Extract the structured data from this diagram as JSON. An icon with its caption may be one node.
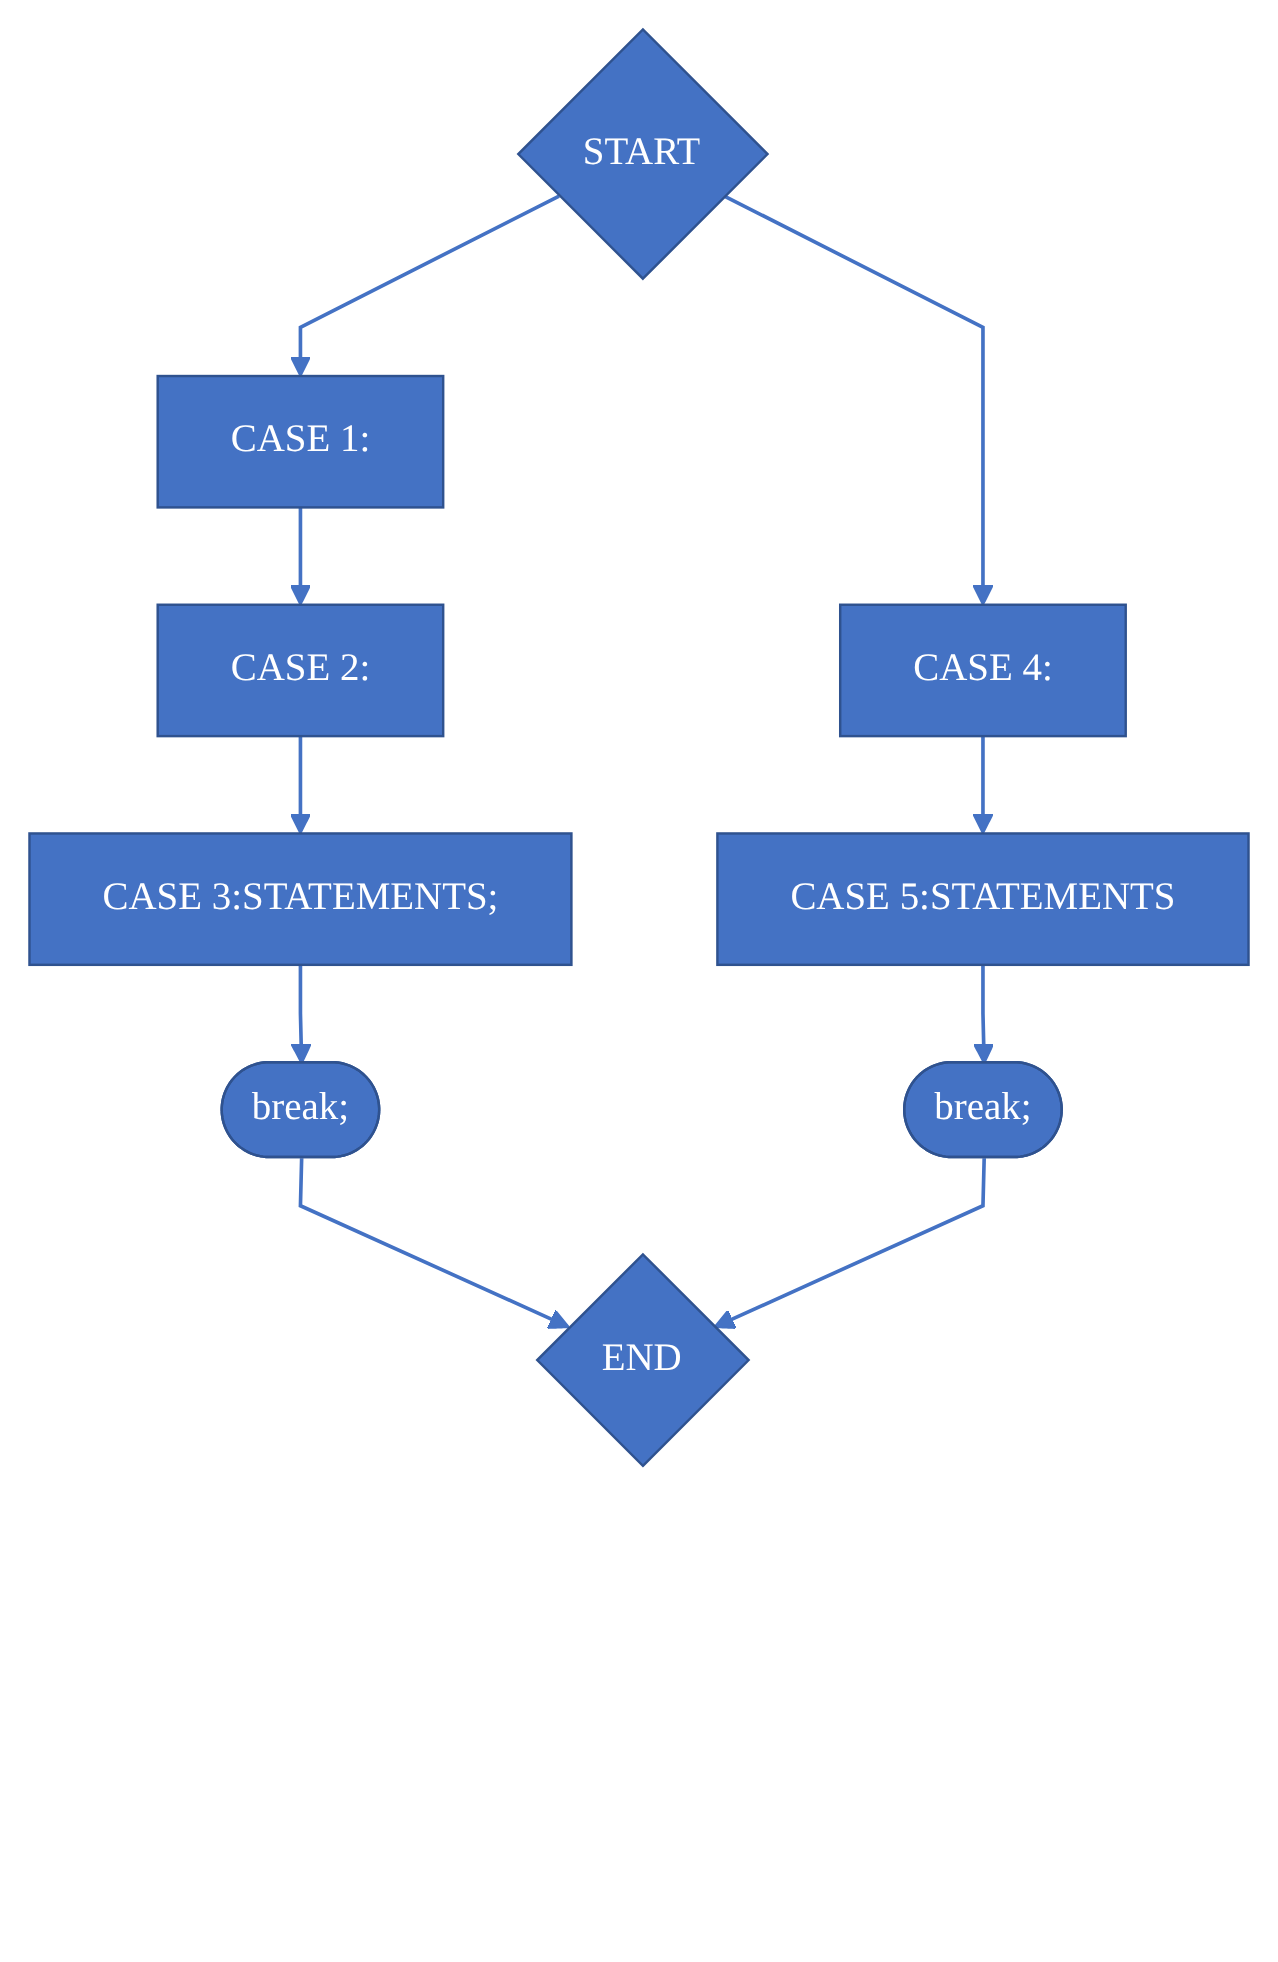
{
  "diagram": {
    "nodes": [
      {
        "text": [
          "START"
        ]
      },
      {
        "text": [
          "CASE 1:"
        ]
      },
      {
        "text": [
          "CASE 2:"
        ]
      },
      {
        "text": [
          "CASE 3:STATEMENTS;"
        ]
      },
      {
        "text": [
          "break;"
        ]
      },
      {
        "text": [
          "CASE 4:"
        ]
      },
      {
        "text": [
          "CASE 5:STATEMENTS"
        ]
      },
      {
        "text": [
          "break;"
        ]
      },
      {
        "text": [
          "END"
        ]
      }
    ],
    "edges": [
      {
        "from": 0,
        "to": 1,
        "arrow": "to"
      },
      {
        "from": 1,
        "to": 2,
        "arrow": "to"
      },
      {
        "from": 2,
        "to": 3,
        "arrow": "to"
      },
      {
        "from": 3,
        "to": 4,
        "arrow": "to"
      },
      {
        "from": 4,
        "to": 8,
        "arrow": "to"
      },
      {
        "from": 0,
        "to": 5,
        "arrow": "to"
      },
      {
        "from": 5,
        "to": 6,
        "arrow": "to"
      },
      {
        "from": 6,
        "to": 7,
        "arrow": "to"
      },
      {
        "from": 7,
        "to": 8,
        "arrow": "to"
      }
    ]
  }
}
